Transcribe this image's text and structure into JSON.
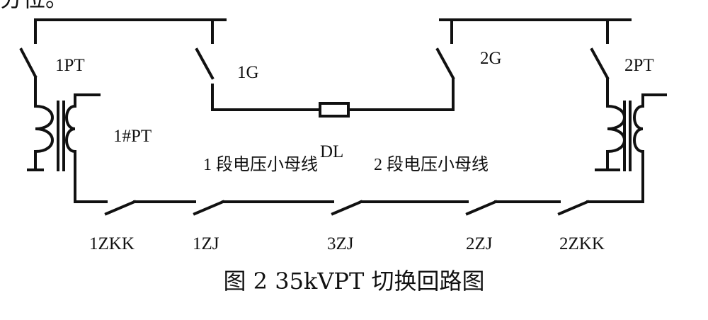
{
  "top_text": "分位。",
  "caption": "图 2 35kVPT 切换回路图",
  "labels": {
    "pt1": "1PT",
    "pt1_transformer": "1#PT",
    "switch_1g": "1G",
    "switch_2g": "2G",
    "pt2": "2PT",
    "breaker": "DL",
    "bus1_voltage": "1 段电压小母线",
    "bus2_voltage": "2 段电压小母线",
    "zkk1": "1ZKK",
    "zj1": "1ZJ",
    "zj3": "3ZJ",
    "zj2": "2ZJ",
    "zkk2": "2ZKK"
  }
}
